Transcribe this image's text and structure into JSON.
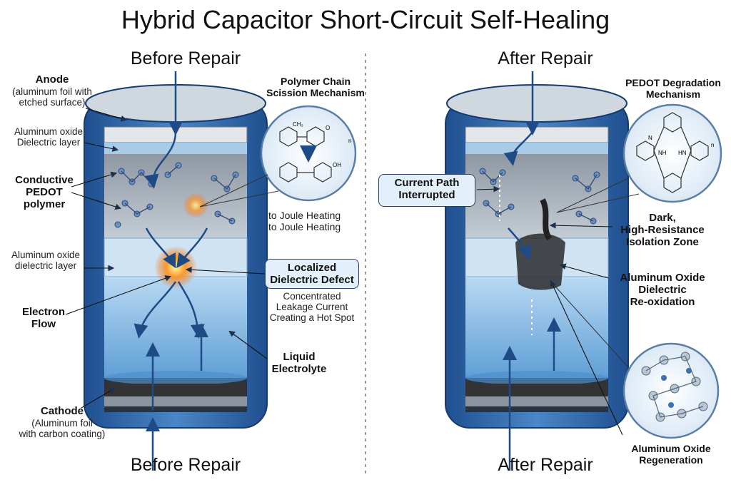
{
  "title": "Hybrid Capacitor Short-Circuit Self-Healing",
  "before": {
    "header": "Before Repair",
    "footer": "Before Repair",
    "anode_title": "Anode",
    "anode_desc_1": "(aluminum foil with",
    "anode_desc_2": "etched surface)",
    "oxide_top_1": "Aluminum oxide",
    "oxide_top_2": "Dielectric layer",
    "pedot_1": "Conductive",
    "pedot_2": "PEDOT",
    "pedot_3": "polymer",
    "oxide_mid_1": "Aluminum oxide",
    "oxide_mid_2": "dielectric layer",
    "electron_1": "Electron",
    "electron_2": "Flow",
    "cathode_1": "Cathode",
    "cathode_2": "(Aluminum foil",
    "cathode_3": "with carbon coating)",
    "mechanism_1": "Polymer Chain",
    "mechanism_2": "Scission Mechanism",
    "joule_1": "to Joule Heating",
    "joule_2": "to Joule Heating",
    "defect_1": "Localized",
    "defect_2": "Dielectric Defect",
    "leak_1": "Concentrated",
    "leak_2": "Leakage Current",
    "leak_3": "Creating a Hot Spot",
    "electrolyte_1": "Liquid",
    "electrolyte_2": "Electrolyte"
  },
  "after": {
    "header": "After Repair",
    "footer": "After Repair",
    "mechanism_1": "PEDOT Degradation",
    "mechanism_2": "Mechanism",
    "current_1": "Current Path",
    "current_2": "Interrupted",
    "dark_1": "Dark,",
    "dark_2": "High-Resistance",
    "dark_3": "Isolation Zone",
    "reox_1": "Aluminum Oxide",
    "reox_2": "Dielectric",
    "reox_3": "Re-oxidation",
    "regen_1": "Aluminum Oxide",
    "regen_2": "Regeneration"
  },
  "molecule_labels": {
    "ch3": "CH₃",
    "oh": "OH",
    "o": "O",
    "n": "n",
    "nh": "NH",
    "hn": "HN",
    "nitrogen": "N"
  },
  "colors": {
    "can_blue": "#2f64a6",
    "electrolyte": "#7fb8e4",
    "hotspot": "#f36f1e",
    "callout_fill": "#e3f0fb"
  }
}
